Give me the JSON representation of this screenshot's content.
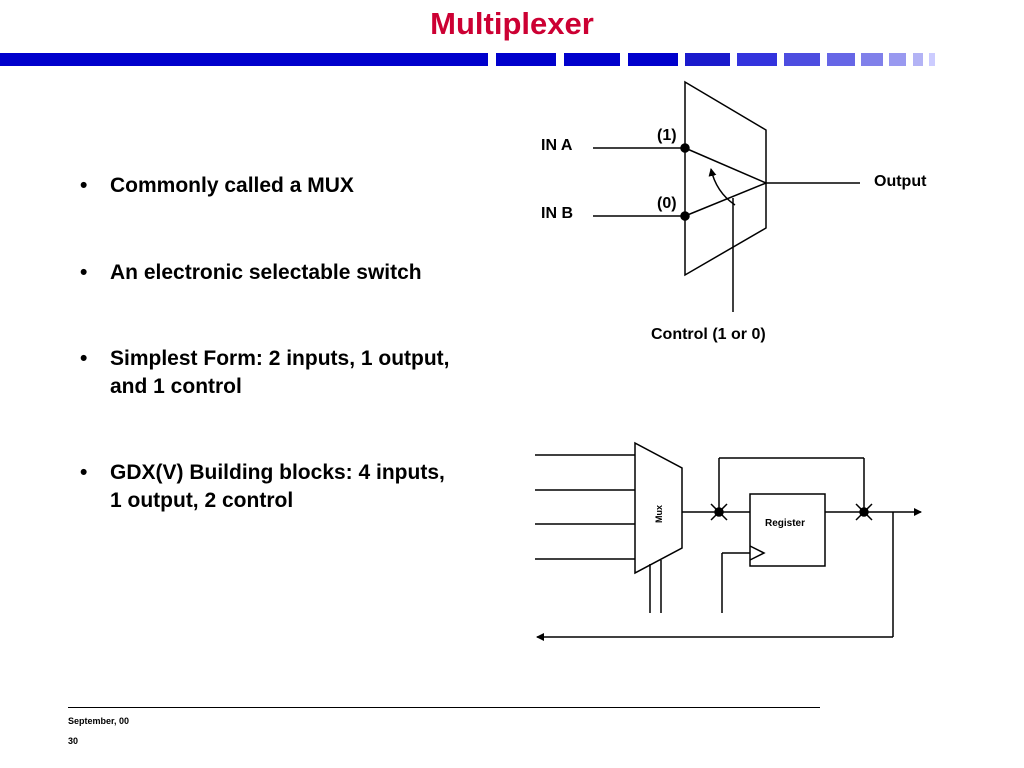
{
  "slide": {
    "title": "Multiplexer"
  },
  "bullets": [
    "Commonly called a MUX",
    "An electronic selectable switch",
    "Simplest Form: 2 inputs, 1 output, and  1 control",
    "GDX(V) Building blocks: 4 inputs, 1 output, 2 control"
  ],
  "mux_diagram": {
    "input_a": "IN A",
    "input_b": "IN B",
    "select_1": "(1)",
    "select_0": "(0)",
    "output": "Output",
    "control": "Control (1 or 0)"
  },
  "register_diagram": {
    "mux_label": "Mux",
    "register_label": "Register"
  },
  "footer": {
    "date": "September, 00",
    "page_number": "30"
  },
  "colors": {
    "title": "#cc0033",
    "band_dark": "#0000cc",
    "band_light": "#ccccff"
  }
}
